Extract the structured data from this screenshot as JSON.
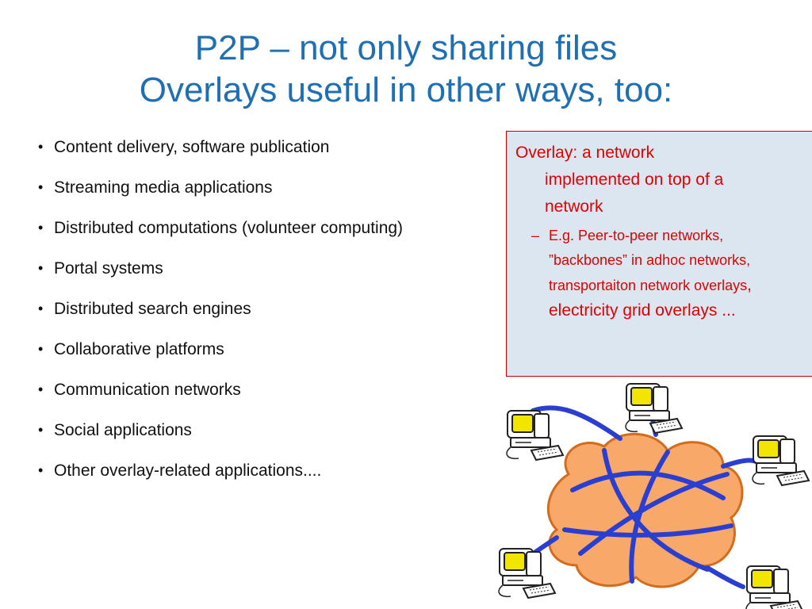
{
  "slide": {
    "title_line1": "P2P – not only sharing files",
    "title_line2": "Overlays useful in other ways, too:",
    "bullet_glyph": "•",
    "bullets": [
      "Content delivery, software publication",
      "Streaming media applications",
      "Distributed computations (volunteer computing)",
      "Portal systems",
      "Distributed search engines",
      "Collaborative platforms",
      "Communication networks",
      "Social applications",
      "Other overlay-related applications...."
    ],
    "infobox": {
      "line1": "Overlay: a network",
      "line2": "implemented on top of a",
      "line3": "network",
      "sub_dash": "–",
      "sub_text": "E.g. Peer-to-peer networks, ”backbones” in adhoc networks, transportaiton network overlays",
      "sub_text_large": ", electricity grid overlays ..."
    }
  },
  "colors": {
    "title": "#1f6fb3",
    "infobox_text": "#e00000",
    "infobox_bg": "#dce6f1",
    "cloud": "#f8a868",
    "links": "#2a3fd0",
    "monitor": "#f2e600"
  },
  "illustration": {
    "icon": "p2p-network-cloud-icon",
    "computer_icon": "desktop-computer-icon",
    "computer_count": 5
  }
}
